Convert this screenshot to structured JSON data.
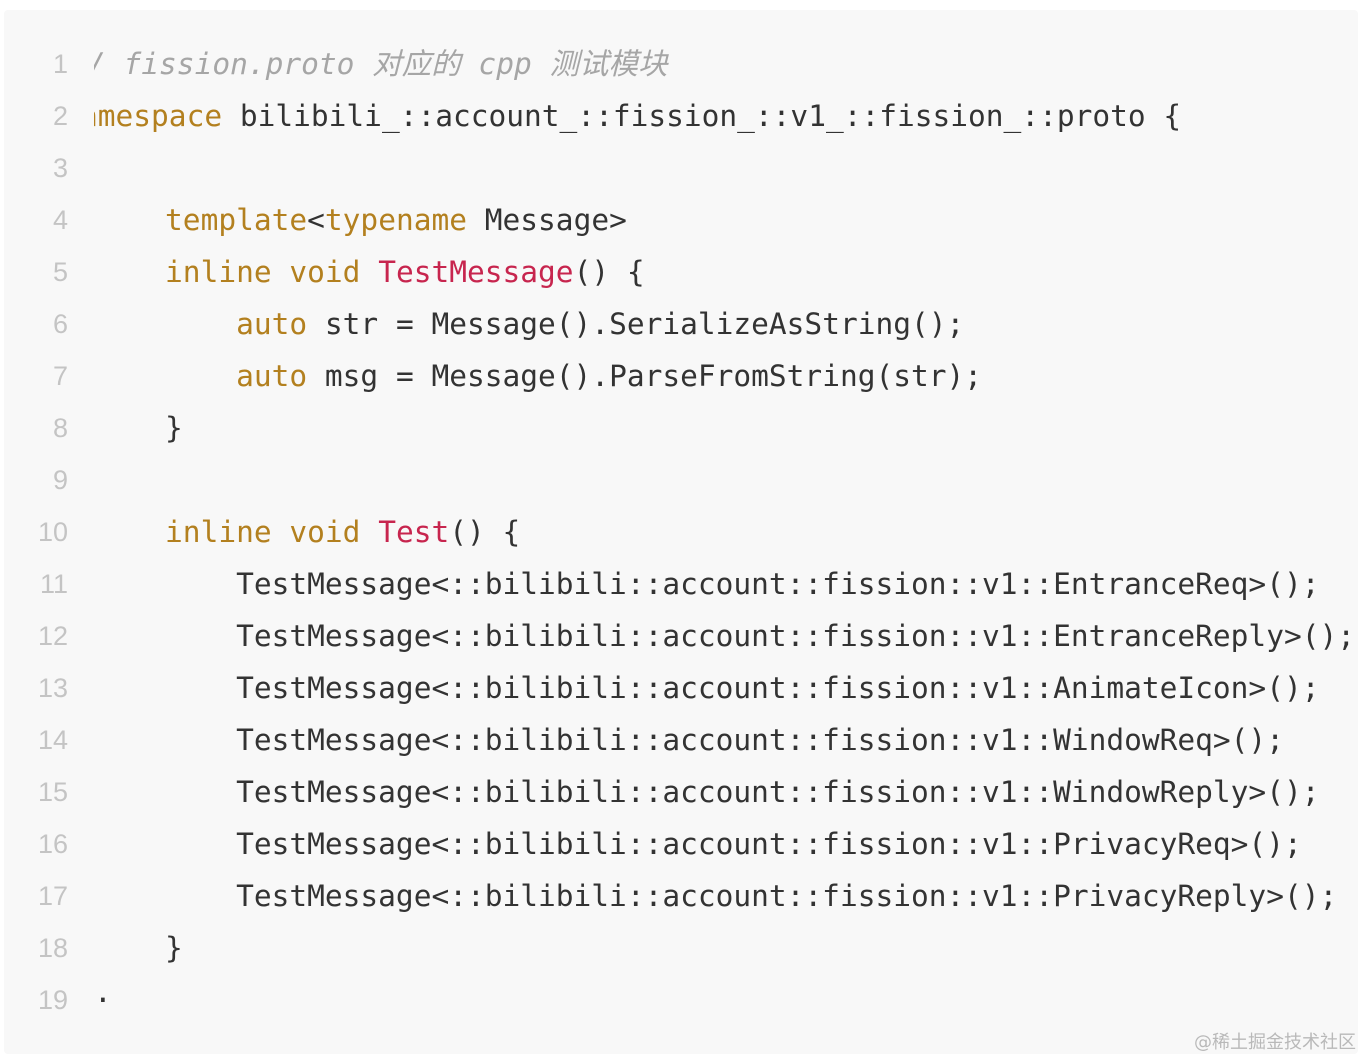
{
  "code": {
    "line_numbers": [
      "1",
      "2",
      "3",
      "4",
      "5",
      "6",
      "7",
      "8",
      "9",
      "10",
      "11",
      "12",
      "13",
      "14",
      "15",
      "16",
      "17",
      "18",
      "19"
    ],
    "lines": [
      [
        {
          "t": "comment",
          "s": "/ fission.proto 对应的 cpp 测试模块"
        }
      ],
      [
        {
          "t": "keyword",
          "s": "amespace"
        },
        {
          "t": "plain",
          "s": " bilibili_::account_::fission_::v1_::fission_::proto {"
        }
      ],
      [],
      [
        {
          "t": "plain",
          "s": "    "
        },
        {
          "t": "keyword",
          "s": "template"
        },
        {
          "t": "plain",
          "s": "<"
        },
        {
          "t": "keyword",
          "s": "typename"
        },
        {
          "t": "plain",
          "s": " Message>"
        }
      ],
      [
        {
          "t": "plain",
          "s": "    "
        },
        {
          "t": "keyword",
          "s": "inline"
        },
        {
          "t": "plain",
          "s": " "
        },
        {
          "t": "keyword",
          "s": "void"
        },
        {
          "t": "plain",
          "s": " "
        },
        {
          "t": "func",
          "s": "TestMessage"
        },
        {
          "t": "plain",
          "s": "() {"
        }
      ],
      [
        {
          "t": "plain",
          "s": "        "
        },
        {
          "t": "keyword",
          "s": "auto"
        },
        {
          "t": "plain",
          "s": " str = Message().SerializeAsString();"
        }
      ],
      [
        {
          "t": "plain",
          "s": "        "
        },
        {
          "t": "keyword",
          "s": "auto"
        },
        {
          "t": "plain",
          "s": " msg = Message().ParseFromString(str);"
        }
      ],
      [
        {
          "t": "plain",
          "s": "    }"
        }
      ],
      [],
      [
        {
          "t": "plain",
          "s": "    "
        },
        {
          "t": "keyword",
          "s": "inline"
        },
        {
          "t": "plain",
          "s": " "
        },
        {
          "t": "keyword",
          "s": "void"
        },
        {
          "t": "plain",
          "s": " "
        },
        {
          "t": "func",
          "s": "Test"
        },
        {
          "t": "plain",
          "s": "() {"
        }
      ],
      [
        {
          "t": "plain",
          "s": "        TestMessage<::bilibili::account::fission::v1::EntranceReq>();"
        }
      ],
      [
        {
          "t": "plain",
          "s": "        TestMessage<::bilibili::account::fission::v1::EntranceReply>();"
        }
      ],
      [
        {
          "t": "plain",
          "s": "        TestMessage<::bilibili::account::fission::v1::AnimateIcon>();"
        }
      ],
      [
        {
          "t": "plain",
          "s": "        TestMessage<::bilibili::account::fission::v1::WindowReq>();"
        }
      ],
      [
        {
          "t": "plain",
          "s": "        TestMessage<::bilibili::account::fission::v1::WindowReply>();"
        }
      ],
      [
        {
          "t": "plain",
          "s": "        TestMessage<::bilibili::account::fission::v1::PrivacyReq>();"
        }
      ],
      [
        {
          "t": "plain",
          "s": "        TestMessage<::bilibili::account::fission::v1::PrivacyReply>();"
        }
      ],
      [
        {
          "t": "plain",
          "s": "    }"
        }
      ],
      [
        {
          "t": "plain",
          "s": "·"
        }
      ]
    ]
  },
  "watermark": {
    "text": "@稀土掘金技术社区"
  },
  "colors": {
    "background": "#f8f8f8",
    "line_number": "#c4c4c4",
    "comment": "#a6a6a6",
    "keyword": "#b3801f",
    "function": "#c7254e",
    "plain": "#333333"
  }
}
